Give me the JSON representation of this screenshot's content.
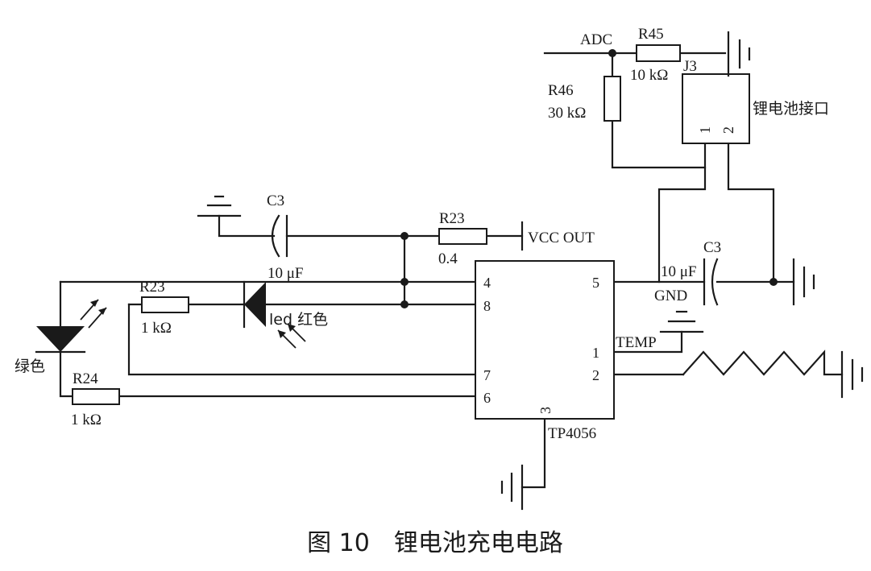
{
  "labels": {
    "adc": "ADC",
    "r45": "R45",
    "r45_value": "10 kΩ",
    "j3": "J3",
    "j3_pin1": "1",
    "j3_pin2": "2",
    "j3_desc": "锂电池接口",
    "r46": "R46",
    "r46_value": "30 kΩ",
    "c3_left": "C3",
    "c3_left_value": "10 μF",
    "r23_top": "R23",
    "r23_top_value": "0.4",
    "vcc_out": "VCC OUT",
    "c3_right": "C3",
    "c3_right_value": "10 μF",
    "gnd": "GND",
    "temp": "TEMP",
    "r23_left": "R23",
    "r23_left_value": "1 kΩ",
    "led_red": "led 红色",
    "green": "绿色",
    "r24": "R24",
    "r24_value": "1 kΩ",
    "ic_name": "TP4056",
    "ic_pin4": "4",
    "ic_pin8": "8",
    "ic_pin7": "7",
    "ic_pin6": "6",
    "ic_pin5": "5",
    "ic_pin1": "1",
    "ic_pin2": "2",
    "ic_pin3": "3"
  },
  "caption": "图 10　锂电池充电电路",
  "colors": {
    "ink": "#1a1a1a",
    "background": "#ffffff"
  }
}
